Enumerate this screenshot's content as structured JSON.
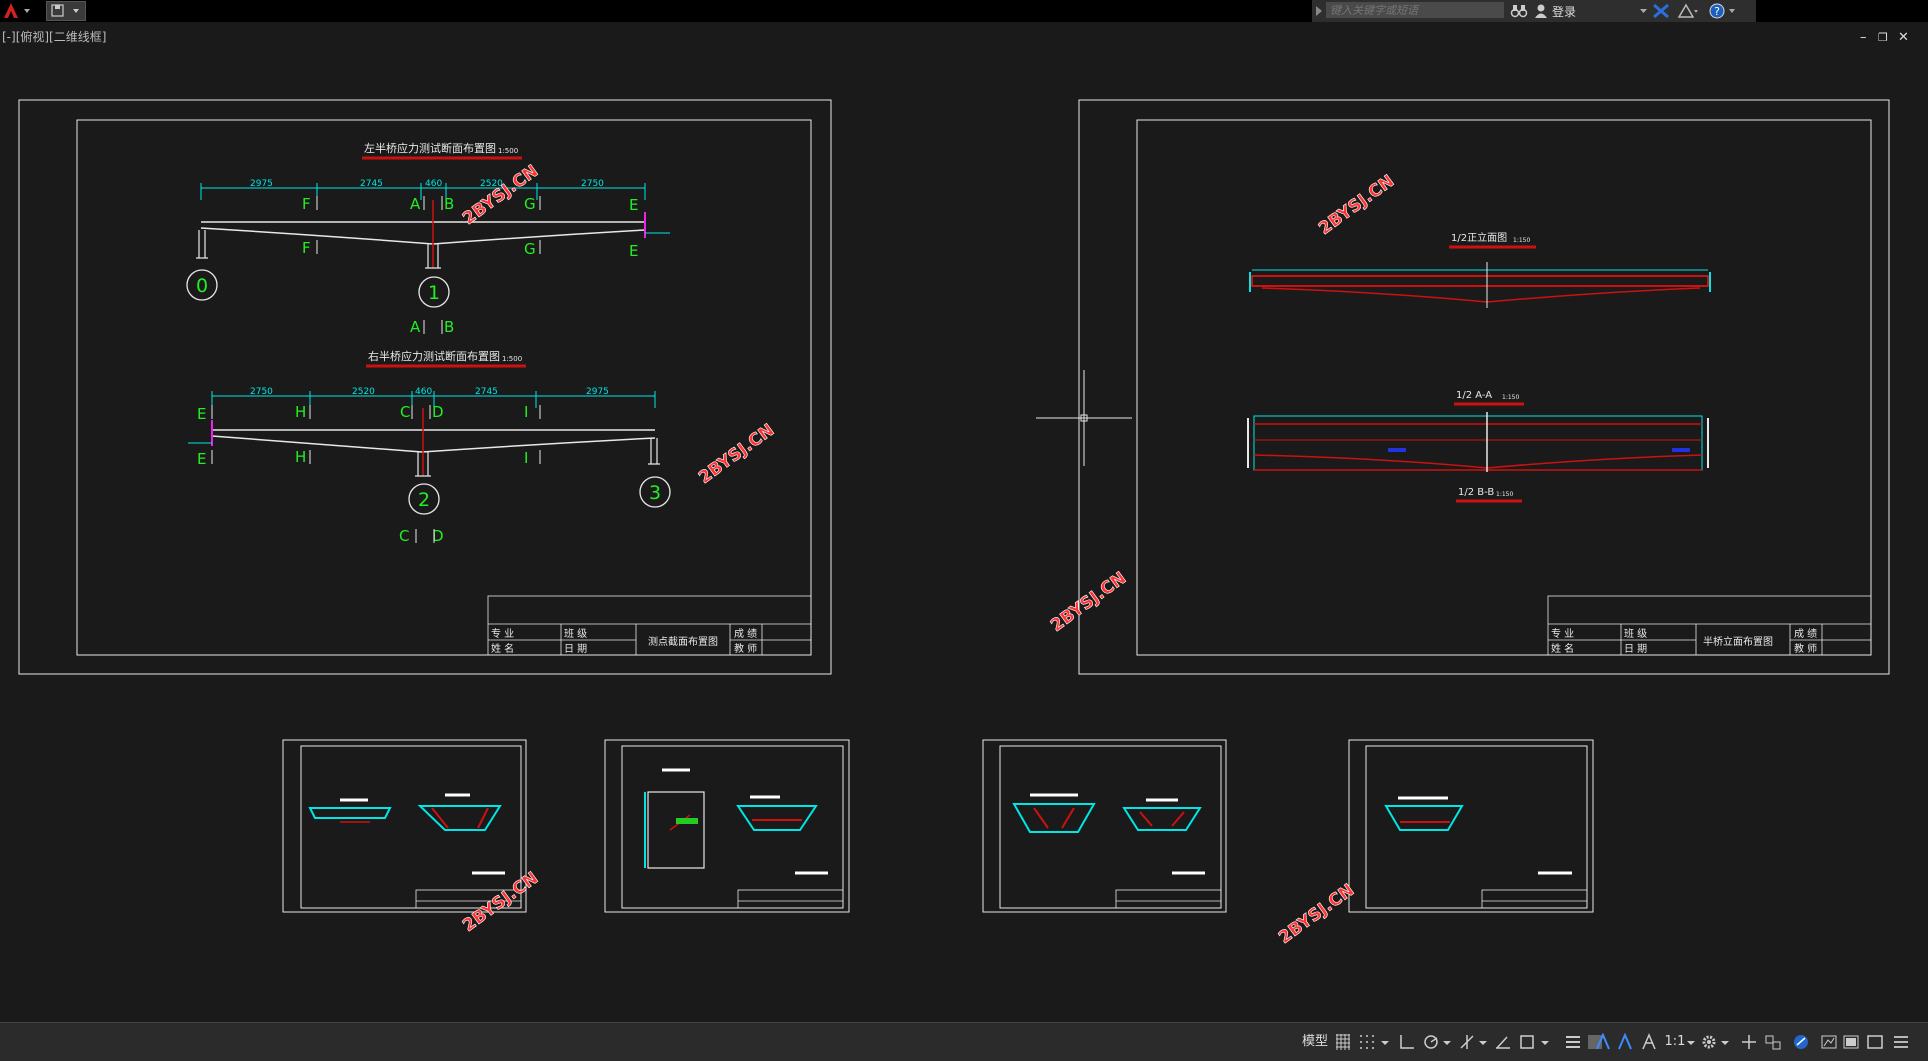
{
  "window": {
    "viewport_label": "[-][俯视][二维线框]",
    "search_placeholder": "键入关键字或短语",
    "login_label": "登录"
  },
  "sheets": {
    "main_left": {
      "title_top": "左半桥应力测试断面布置图",
      "title_top_scale": "1:500",
      "title_bottom": "右半桥应力测试断面布置图",
      "title_bottom_scale": "1:500",
      "dims_top": [
        "2975",
        "2745",
        "460",
        "2520",
        "2750"
      ],
      "dims_bottom": [
        "2750",
        "2520",
        "460",
        "2745",
        "2975"
      ],
      "sections_top": [
        "F",
        "A",
        "B",
        "G",
        "E"
      ],
      "sections_bottom": [
        "E",
        "H",
        "C",
        "D",
        "I"
      ],
      "piers_top": [
        "0",
        "1"
      ],
      "piers_bottom": [
        "2",
        "3"
      ],
      "labels_under_pier1": [
        "A",
        "B"
      ],
      "labels_under_pier2": [
        "C",
        "D"
      ],
      "title_block": {
        "major": "专 业",
        "class": "班 级",
        "name": "姓 名",
        "date": "日 期",
        "drawing_name": "测点截面布置图",
        "score": "成 绩",
        "teacher": "教 师"
      }
    },
    "main_right": {
      "title_elev": "1/2正立面图",
      "title_elev_scale": "1:150",
      "title_aa": "1/2 A-A",
      "title_aa_scale": "1:150",
      "title_bb": "1/2 B-B",
      "title_bb_scale": "1:150",
      "title_block": {
        "major": "专 业",
        "class": "班 级",
        "name": "姓 名",
        "date": "日 期",
        "drawing_name": "半桥立面布置图",
        "score": "成 绩",
        "teacher": "教 师"
      }
    }
  },
  "watermark": "2BYSJ.CN",
  "statusbar": {
    "model_label": "模型",
    "scale_label": "1:1"
  },
  "colors": {
    "background": "#1a1a1a",
    "line_white": "#e8e8e8",
    "cyan": "#00e5e5",
    "green": "#22ee22",
    "red": "#cc1111",
    "watermark": "#ff3333",
    "magenta": "#ee22ee"
  }
}
